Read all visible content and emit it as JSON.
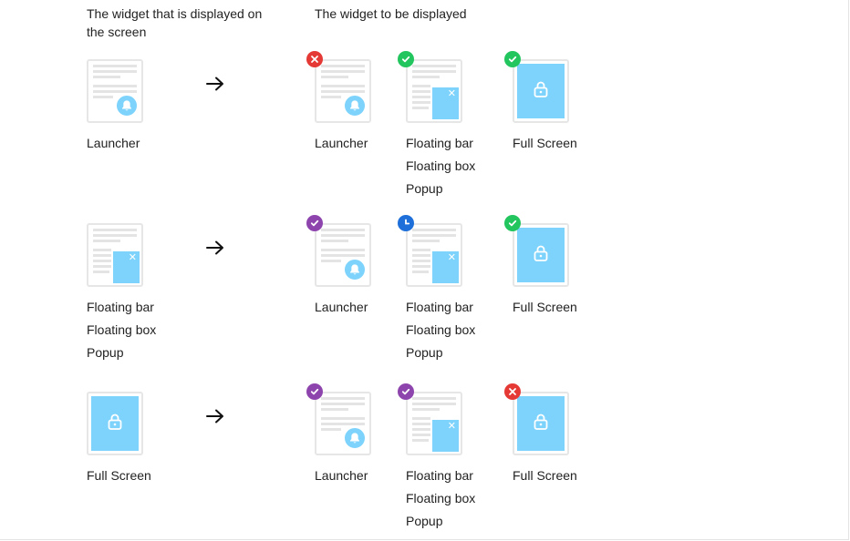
{
  "headers": {
    "current": "The widget that is displayed on the screen",
    "next": "The widget to be displayed"
  },
  "colors": {
    "widget_fill": "#7dd3fc",
    "status_allowed": "#22c55e",
    "status_blocked": "#e53935",
    "status_pending": "#1e6fd9",
    "status_queued": "#8e44ad"
  },
  "rows": [
    {
      "current": {
        "type": "launcher",
        "labels": [
          "Launcher"
        ]
      },
      "arrow_icon": "arrow-right-icon",
      "targets": [
        {
          "type": "launcher",
          "status": "blocked",
          "status_icon": "close-icon",
          "labels": [
            "Launcher"
          ]
        },
        {
          "type": "floating",
          "status": "allowed",
          "status_icon": "check-icon",
          "labels": [
            "Floating bar",
            "Floating box",
            "Popup"
          ]
        },
        {
          "type": "full",
          "status": "allowed",
          "status_icon": "check-icon",
          "labels": [
            "Full Screen"
          ]
        }
      ]
    },
    {
      "current": {
        "type": "floating",
        "labels": [
          "Floating bar",
          "Floating box",
          "Popup"
        ]
      },
      "arrow_icon": "arrow-right-icon",
      "targets": [
        {
          "type": "launcher",
          "status": "queued",
          "status_icon": "check-icon",
          "labels": [
            "Launcher"
          ]
        },
        {
          "type": "floating",
          "status": "pending",
          "status_icon": "clock-icon",
          "labels": [
            "Floating bar",
            "Floating box",
            "Popup"
          ]
        },
        {
          "type": "full",
          "status": "allowed",
          "status_icon": "check-icon",
          "labels": [
            "Full Screen"
          ]
        }
      ]
    },
    {
      "current": {
        "type": "full",
        "labels": [
          "Full Screen"
        ]
      },
      "arrow_icon": "arrow-right-icon",
      "targets": [
        {
          "type": "launcher",
          "status": "queued",
          "status_icon": "check-icon",
          "labels": [
            "Launcher"
          ]
        },
        {
          "type": "floating",
          "status": "queued",
          "status_icon": "check-icon",
          "labels": [
            "Floating bar",
            "Floating box",
            "Popup"
          ]
        },
        {
          "type": "full",
          "status": "blocked",
          "status_icon": "close-icon",
          "labels": [
            "Full Screen"
          ]
        }
      ]
    }
  ]
}
